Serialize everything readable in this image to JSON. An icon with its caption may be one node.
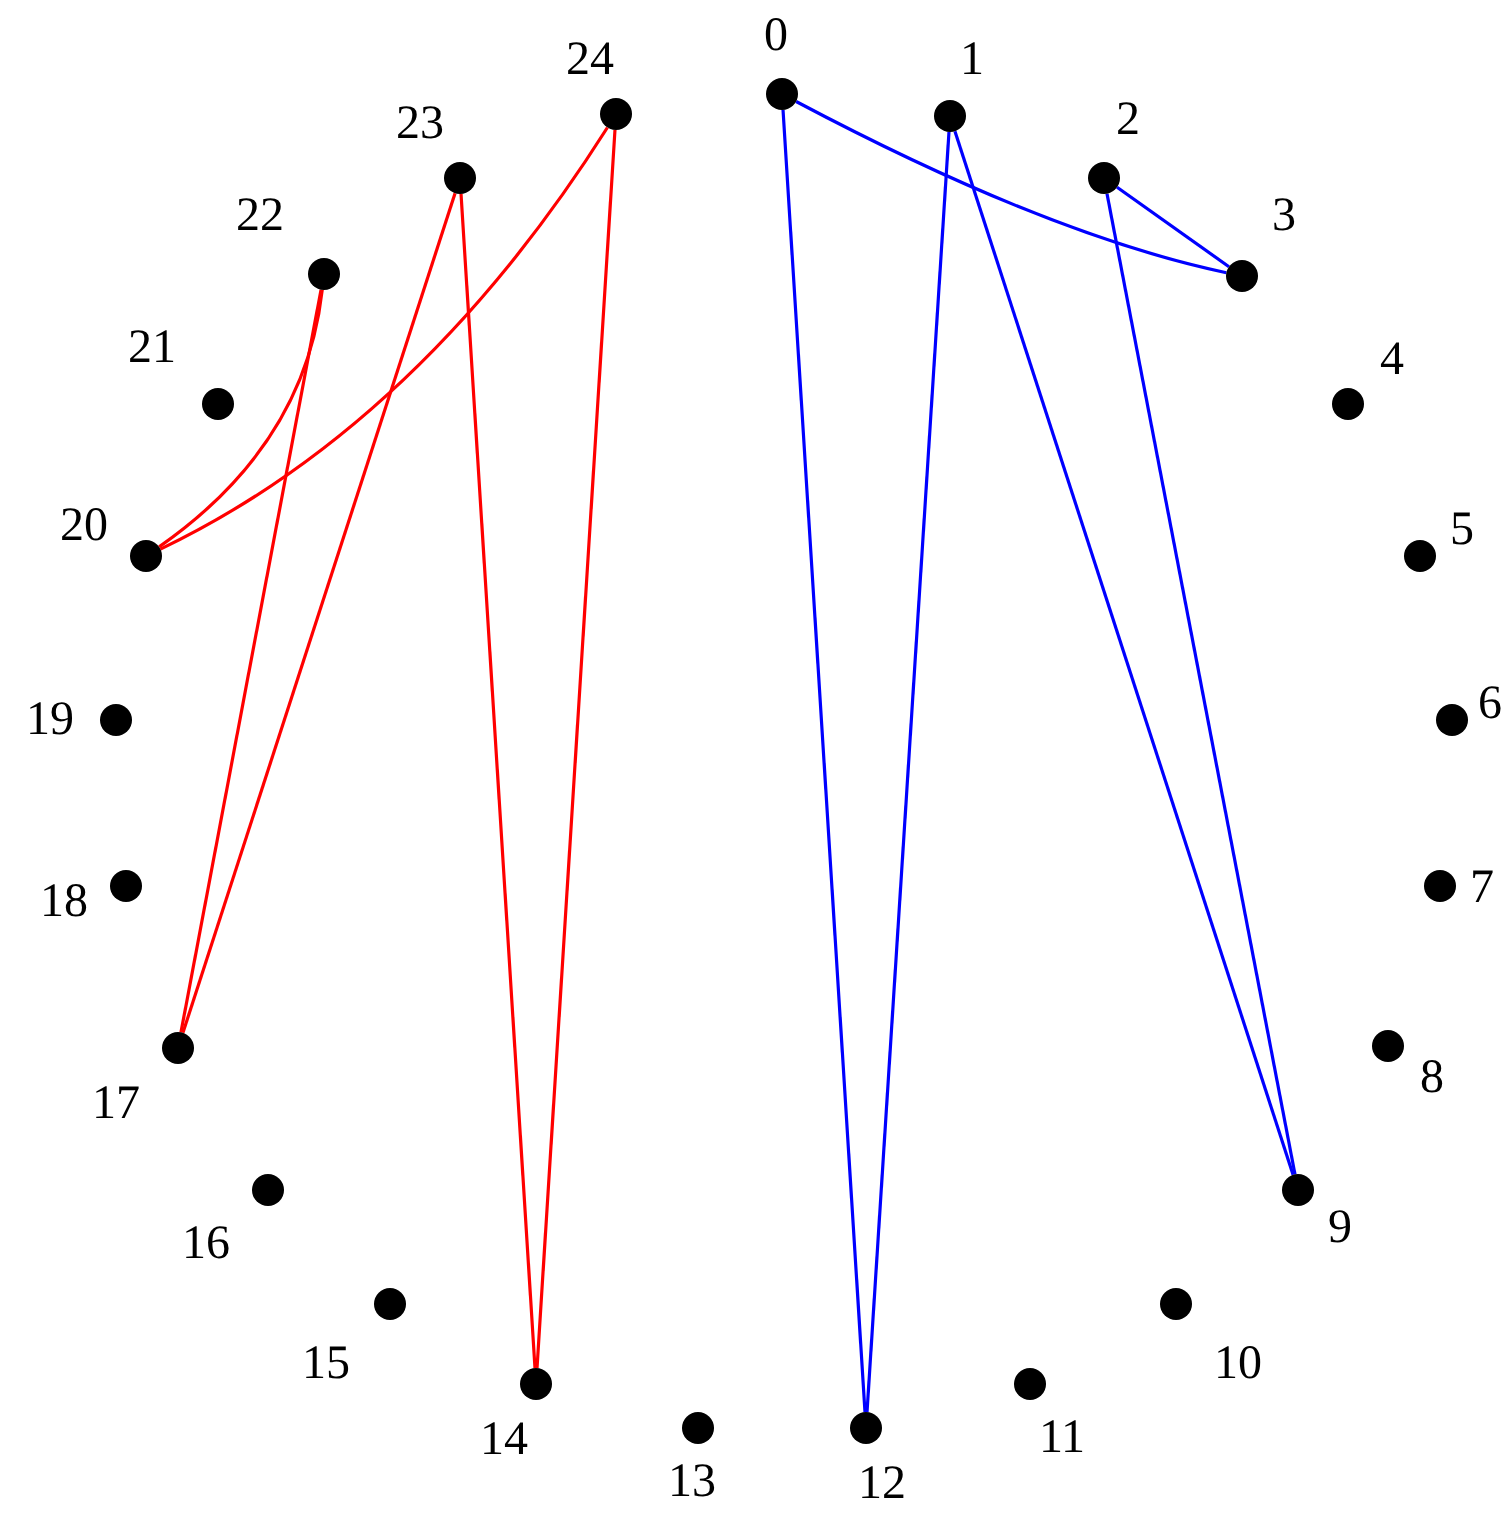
{
  "diagram": {
    "nodes": [
      {
        "text": [],
        "shape": "circle",
        "beside": [
          "0"
        ]
      },
      {
        "text": [],
        "shape": "circle",
        "beside": [
          "1"
        ]
      },
      {
        "text": [],
        "shape": "circle",
        "beside": [
          "2"
        ]
      },
      {
        "text": [],
        "shape": "circle",
        "beside": [
          "3"
        ]
      },
      {
        "text": [],
        "shape": "circle",
        "beside": [
          "4"
        ]
      },
      {
        "text": [],
        "shape": "circle",
        "beside": [
          "5"
        ]
      },
      {
        "text": [],
        "shape": "circle",
        "beside": [
          "6"
        ]
      },
      {
        "text": [],
        "shape": "circle",
        "beside": [
          "7"
        ]
      },
      {
        "text": [],
        "shape": "circle",
        "beside": [
          "8"
        ]
      },
      {
        "text": [],
        "shape": "circle",
        "beside": [
          "9"
        ]
      },
      {
        "text": [],
        "shape": "circle",
        "beside": [
          "10"
        ]
      },
      {
        "text": [],
        "shape": "circle",
        "beside": [
          "11"
        ]
      },
      {
        "text": [],
        "shape": "circle",
        "beside": [
          "12"
        ]
      },
      {
        "text": [],
        "shape": "circle",
        "beside": [
          "13"
        ]
      },
      {
        "text": [],
        "shape": "circle",
        "beside": [
          "14"
        ]
      },
      {
        "text": [],
        "shape": "circle",
        "beside": [
          "15"
        ]
      },
      {
        "text": [],
        "shape": "circle",
        "beside": [
          "16"
        ]
      },
      {
        "text": [],
        "shape": "circle",
        "beside": [
          "17"
        ]
      },
      {
        "text": [],
        "shape": "circle",
        "beside": [
          "18"
        ]
      },
      {
        "text": [],
        "shape": "circle",
        "beside": [
          "19"
        ]
      },
      {
        "text": [],
        "shape": "circle",
        "beside": [
          "20"
        ]
      },
      {
        "text": [],
        "shape": "circle",
        "beside": [
          "21"
        ]
      },
      {
        "text": [],
        "shape": "circle",
        "beside": [
          "22"
        ]
      },
      {
        "text": [],
        "shape": "circle",
        "beside": [
          "23"
        ]
      },
      {
        "text": [],
        "shape": "circle",
        "beside": [
          "24"
        ]
      }
    ],
    "edges": [
      {
        "from": 0,
        "to": 3,
        "arrow": "none",
        "color": "#0000ff"
      },
      {
        "from": 0,
        "to": 12,
        "arrow": "none",
        "color": "#0000ff"
      },
      {
        "from": 1,
        "to": 12,
        "arrow": "none",
        "color": "#0000ff"
      },
      {
        "from": 1,
        "to": 9,
        "arrow": "none",
        "color": "#0000ff"
      },
      {
        "from": 2,
        "to": 3,
        "arrow": "none",
        "color": "#0000ff"
      },
      {
        "from": 2,
        "to": 9,
        "arrow": "none",
        "color": "#0000ff"
      },
      {
        "from": 24,
        "to": 20,
        "arrow": "none",
        "color": "#ff0000"
      },
      {
        "from": 24,
        "to": 14,
        "arrow": "none",
        "color": "#ff0000"
      },
      {
        "from": 23,
        "to": 14,
        "arrow": "none",
        "color": "#ff0000"
      },
      {
        "from": 23,
        "to": 17,
        "arrow": "none",
        "color": "#ff0000"
      },
      {
        "from": 22,
        "to": 20,
        "arrow": "none",
        "color": "#ff0000"
      },
      {
        "from": 22,
        "to": 17,
        "arrow": "none",
        "color": "#ff0000"
      }
    ]
  }
}
